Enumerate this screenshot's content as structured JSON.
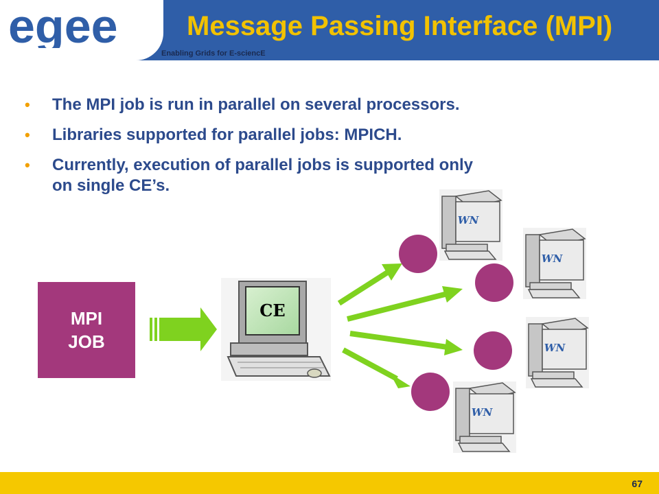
{
  "header": {
    "logo_text": "egee",
    "tagline": "Enabling Grids for E-sciencE",
    "title": "Message Passing Interface (MPI)"
  },
  "bullets": [
    "The MPI job is run in parallel on several processors.",
    "Libraries supported for parallel jobs: MPICH.",
    "Currently, execution of parallel jobs is supported only\non single CE’s."
  ],
  "diagram": {
    "job_label": "MPI\nJOB",
    "ce_label": "CE",
    "wn_labels": [
      "WN",
      "WN",
      "WN",
      "WN"
    ]
  },
  "footer": {
    "page_number": "67"
  },
  "colors": {
    "header_blue": "#2f5ea8",
    "title_yellow": "#f2c200",
    "bullet_text": "#2c4a8c",
    "bullet_dot": "#f2a000",
    "job_box": "#a3387c",
    "node_circle": "#a3387c",
    "arrow_green": "#7fd21f",
    "footer_yellow": "#f5c800"
  }
}
